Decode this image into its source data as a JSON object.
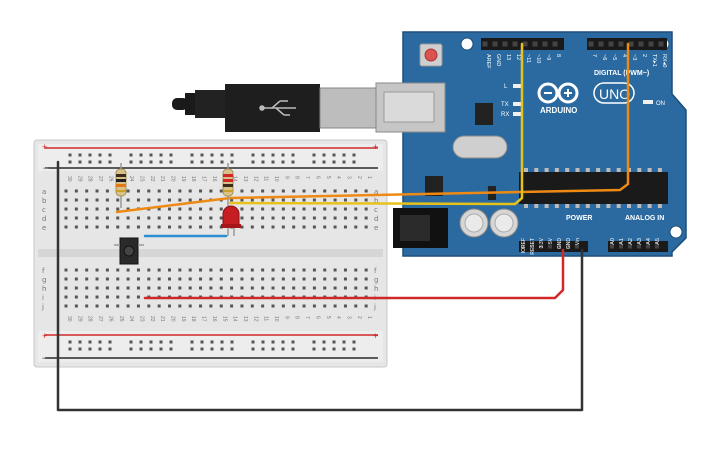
{
  "arduino": {
    "brand": "ARDUINO",
    "model": "UNO",
    "digital_label": "DIGITAL (PWM~)",
    "power_label": "POWER",
    "analog_label": "ANALOG IN",
    "led_labels": [
      "L",
      "TX",
      "RX"
    ],
    "on_label": "ON",
    "top_pins": [
      "AREF",
      "GND",
      "13",
      "12",
      "~11",
      "~10",
      "~9",
      "8",
      "7",
      "~6",
      "~5",
      "4",
      "~3",
      "2",
      "TX▸1",
      "RX◂0"
    ],
    "power_pins": [
      "IOREF",
      "RESET",
      "3.3V",
      "5V",
      "GND",
      "GND",
      "Vin"
    ],
    "analog_pins": [
      "A0",
      "A1",
      "A2",
      "A3",
      "A4",
      "A5"
    ]
  },
  "breadboard": {
    "row_letters_top": [
      "a",
      "b",
      "c",
      "d",
      "e"
    ],
    "row_letters_bottom": [
      "f",
      "g",
      "h",
      "i",
      "j"
    ],
    "column_numbers": [
      "30",
      "29",
      "28",
      "27",
      "26",
      "25",
      "24",
      "23",
      "22",
      "21",
      "20",
      "19",
      "18",
      "17",
      "16",
      "15",
      "14",
      "13",
      "12",
      "11",
      "10",
      "9",
      "8",
      "7",
      "6",
      "5",
      "4",
      "3",
      "2",
      "1"
    ],
    "rail_plus": "+",
    "rail_minus": "−"
  },
  "colors": {
    "board": "#2a6aa0",
    "wire_yellow": "#e8c21c",
    "wire_orange": "#ee8a14",
    "wire_blue": "#2a8ed0",
    "wire_red": "#d02828",
    "wire_black": "#333333",
    "led": "#c41d22"
  },
  "components": [
    "usb-cable",
    "resistor-left",
    "resistor-right",
    "led",
    "push-button"
  ]
}
